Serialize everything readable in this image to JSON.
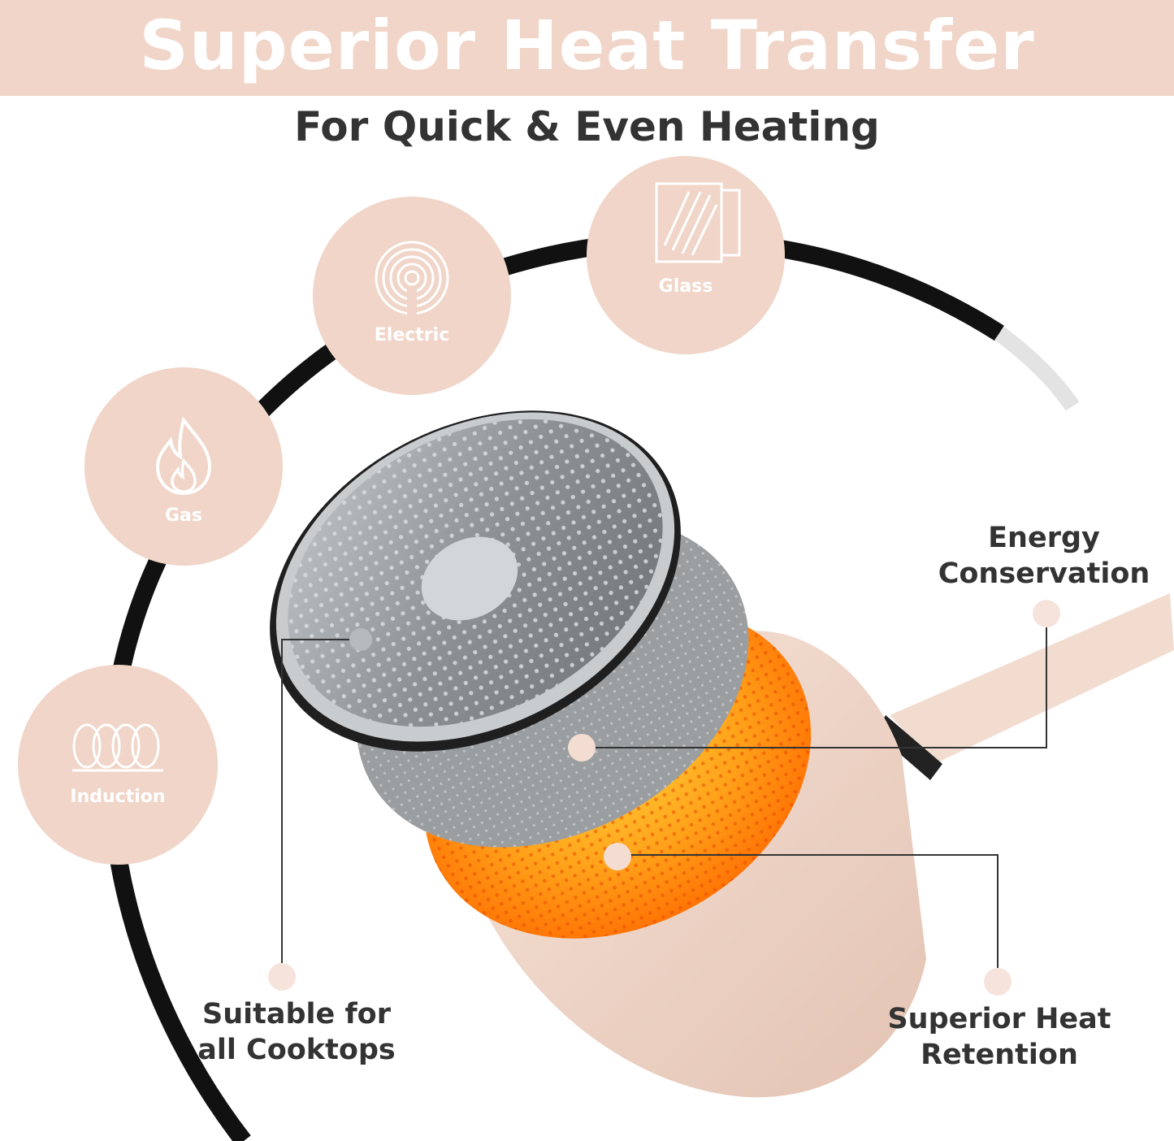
{
  "header": {
    "title": "Superior Heat Transfer",
    "subtitle": "For Quick & Even Heating"
  },
  "cooktops": [
    {
      "label": "Gas",
      "icon": "flame-icon"
    },
    {
      "label": "Electric",
      "icon": "electric-coil-icon"
    },
    {
      "label": "Glass",
      "icon": "glass-cooktop-icon"
    },
    {
      "label": "Induction",
      "icon": "induction-coil-icon"
    }
  ],
  "callouts": {
    "energy": {
      "line1": "Energy",
      "line2": "Conservation"
    },
    "retention": {
      "line1": "Superior Heat",
      "line2": "Retention"
    },
    "cooktops": {
      "line1": "Suitable for",
      "line2": "all Cooktops"
    }
  },
  "colors": {
    "accent": "#f0d5c8",
    "text": "#333333",
    "ring": "#111111",
    "heat": "#ff7a10",
    "steel": "#9fa3a7"
  }
}
